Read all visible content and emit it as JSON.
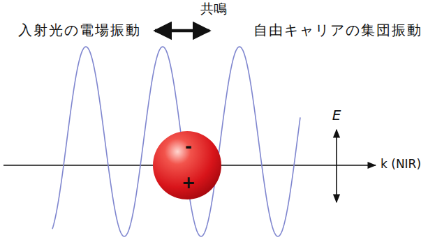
{
  "diagram": {
    "nodes": [
      {
        "text": [
          "-",
          "+"
        ]
      }
    ],
    "labels": [
      "共鳴",
      "入射光の電場振動",
      "自由キャリアの集団振動",
      "E",
      "k (NIR)"
    ]
  }
}
